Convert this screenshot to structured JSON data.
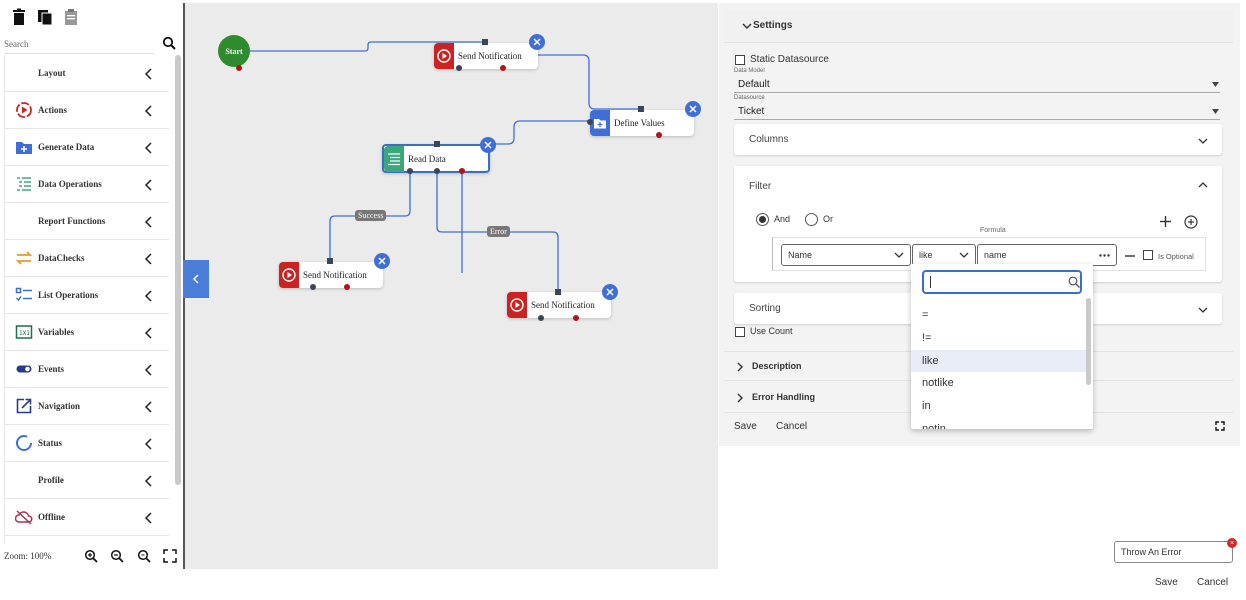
{
  "toolbar": {
    "icons": [
      "trash-icon",
      "copy-icon",
      "paste-icon"
    ]
  },
  "search": {
    "placeholder": "Search"
  },
  "sidebar": {
    "items": [
      {
        "label": "Layout",
        "icon": "none"
      },
      {
        "label": "Actions",
        "icon": "play-circle-icon"
      },
      {
        "label": "Generate Data",
        "icon": "folder-plus-icon"
      },
      {
        "label": "Data Operations",
        "icon": "list-tree-icon"
      },
      {
        "label": "Report Functions",
        "icon": "none"
      },
      {
        "label": "DataChecks",
        "icon": "swap-arrows-icon"
      },
      {
        "label": "List Operations",
        "icon": "checklist-icon"
      },
      {
        "label": "Variables",
        "icon": "variable-icon"
      },
      {
        "label": "Events",
        "icon": "toggle-icon"
      },
      {
        "label": "Navigation",
        "icon": "external-link-icon"
      },
      {
        "label": "Status",
        "icon": "status-ring-icon"
      },
      {
        "label": "Profile",
        "icon": "none"
      },
      {
        "label": "Offline",
        "icon": "cloud-off-icon"
      }
    ]
  },
  "zoom": {
    "label": "Zoom: 100%"
  },
  "canvas": {
    "start_label": "Start",
    "nodes": [
      {
        "label": "Send Notification"
      },
      {
        "label": "Define Values"
      },
      {
        "label": "Read Data"
      },
      {
        "label": "Send Notification"
      },
      {
        "label": "Send Notification"
      }
    ],
    "wire_labels": {
      "success": "Success",
      "error": "Error"
    }
  },
  "settings": {
    "title": "Settings",
    "static_datasource": "Static Datasource",
    "data_model_label": "Data Model",
    "data_model_value": "Default",
    "datasource_label": "Datasource",
    "datasource_value": "Ticket",
    "columns_title": "Columns",
    "filter_title": "Filter",
    "filter_and": "And",
    "filter_or": "Or",
    "formula_label": "Formula",
    "filter_field": "Name",
    "filter_operator": "like",
    "filter_value": "name",
    "is_optional": "Is Optional",
    "sorting_title": "Sorting",
    "use_count": "Use Count",
    "description_title": "Description",
    "error_handling_title": "Error Handling",
    "save": "Save",
    "cancel": "Cancel"
  },
  "operator_dropdown": {
    "options": [
      "=",
      "!=",
      "like",
      "notlike",
      "in",
      "notin"
    ],
    "selected": "like"
  },
  "error_field": {
    "value": "Throw An Error"
  },
  "footer": {
    "save": "Save",
    "cancel": "Cancel"
  },
  "colors": {
    "accent": "#3f6fd6",
    "start": "#2e8b2e",
    "action_red": "#cc2222",
    "data_green": "#3aa87a"
  }
}
